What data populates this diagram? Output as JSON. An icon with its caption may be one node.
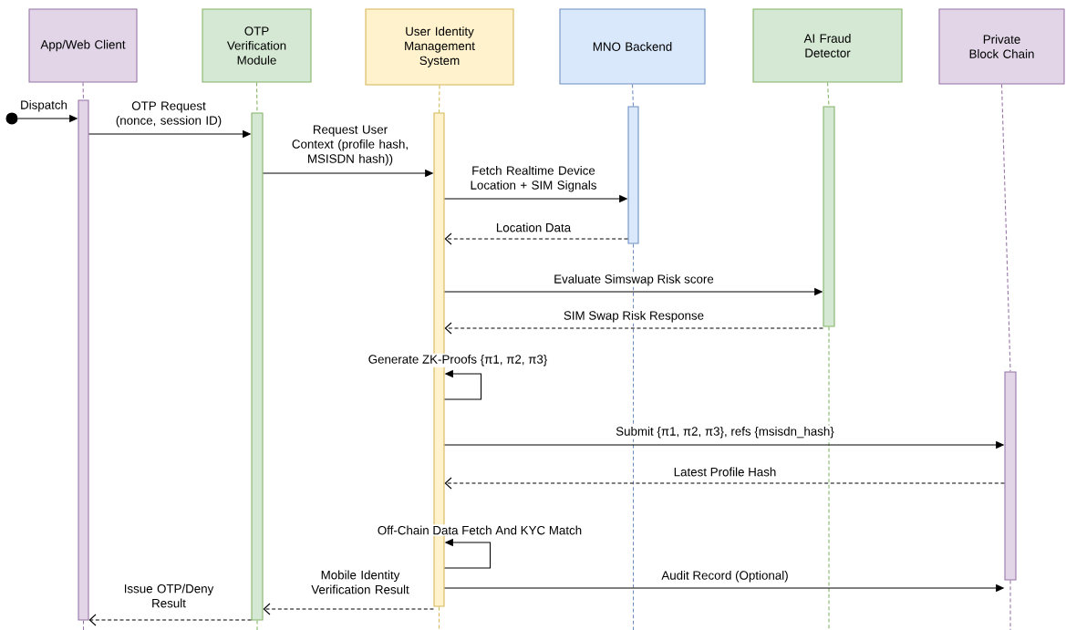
{
  "diagram": {
    "nodes": [
      {
        "text": [
          "App/Web Client"
        ]
      },
      {
        "text": [
          "OTP Verification Module"
        ]
      },
      {
        "text": [
          "User Identity Management System"
        ]
      },
      {
        "text": [
          "MNO Backend"
        ]
      },
      {
        "text": [
          "AI Fraud Detector"
        ]
      },
      {
        "text": [
          "Private Block Chain"
        ]
      },
      {
        "text": [],
        "shape": "bar"
      },
      {
        "text": [],
        "shape": "bar"
      },
      {
        "text": [],
        "shape": "bar"
      },
      {
        "text": [],
        "shape": "bar"
      },
      {
        "text": [],
        "shape": "bar"
      },
      {
        "text": [],
        "shape": "bar"
      },
      {
        "text": [],
        "shape": "circle"
      }
    ],
    "edges": [
      {
        "from": 0,
        "to": 6,
        "arrow": "none",
        "style": "dashed",
        "color": "#9673a6"
      },
      {
        "from": 1,
        "to": 7,
        "arrow": "none",
        "style": "dashed",
        "color": "#82b366"
      },
      {
        "from": 2,
        "to": 8,
        "arrow": "none",
        "style": "dashed",
        "color": "#d6b656"
      },
      {
        "from": 3,
        "to": 9,
        "arrow": "none",
        "style": "dashed",
        "color": "#6c8ebf"
      },
      {
        "from": 4,
        "to": 10,
        "arrow": "none",
        "style": "dashed",
        "color": "#82b366"
      },
      {
        "from": 5,
        "to": 11,
        "arrow": "none",
        "style": "dashed",
        "color": "#9673a6"
      },
      {
        "from": 12,
        "to": 6,
        "arrow": "to",
        "label": "Dispatch"
      },
      {
        "from": 6,
        "to": 7,
        "arrow": "to",
        "label": "OTP Request (nonce, session ID)"
      },
      {
        "from": 7,
        "to": 8,
        "arrow": "to",
        "label": "Request User Context (profile hash, MSISDN hash))"
      },
      {
        "from": 8,
        "to": 9,
        "arrow": "to",
        "label": "Fetch Realtime Device Location + SIM Signals"
      },
      {
        "from": 9,
        "to": 8,
        "arrow": "to",
        "label": "Location Data",
        "style": "dashed"
      },
      {
        "from": 8,
        "to": 10,
        "arrow": "to",
        "label": "Evaluate Simswap Risk score"
      },
      {
        "from": 10,
        "to": 8,
        "arrow": "to",
        "label": "SIM Swap Risk Response",
        "style": "dashed"
      },
      {
        "from": 8,
        "to": 8,
        "arrow": "to",
        "label": "Generate ZK-Proofs {π1, π2, π3}"
      },
      {
        "from": 8,
        "to": 11,
        "arrow": "to",
        "label": "Submit {π1, π2, π3}, refs {msisdn_hash}"
      },
      {
        "from": 11,
        "to": 8,
        "arrow": "to",
        "label": "Latest Profile Hash",
        "style": "dashed"
      },
      {
        "from": 8,
        "to": 8,
        "arrow": "to",
        "label": "Off-Chain Data Fetch And KYC Match"
      },
      {
        "from": 8,
        "to": 11,
        "arrow": "to",
        "label": "Audit Record (Optional)"
      },
      {
        "from": 8,
        "to": 7,
        "arrow": "to",
        "label": "Mobile Identity Verification Result",
        "style": "dashed"
      },
      {
        "from": 7,
        "to": 6,
        "arrow": "to",
        "label": "Issue OTP/Deny Result",
        "style": "dashed"
      }
    ]
  }
}
